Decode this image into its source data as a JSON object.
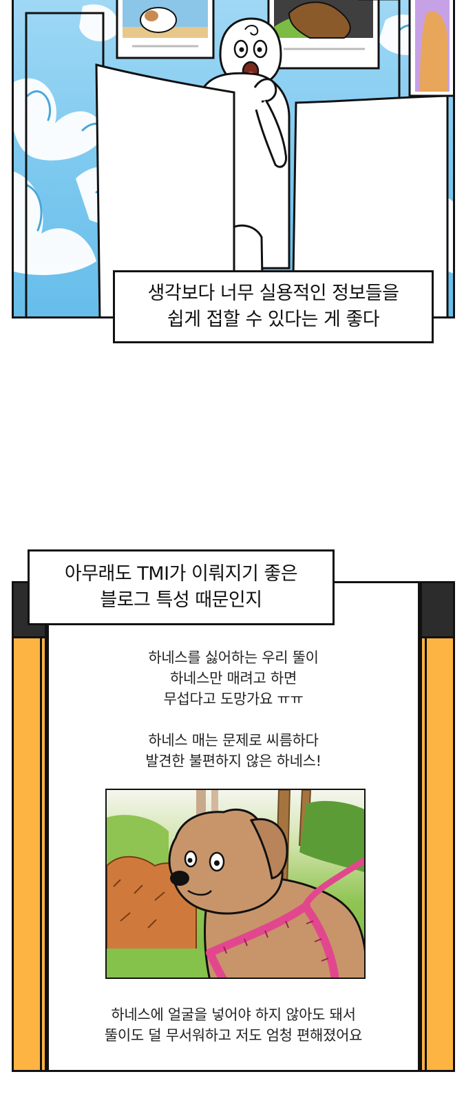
{
  "panel1": {
    "caption_lines": [
      "생각보다 너무 실용적인 정보들을",
      "쉽게 접할 수 있다는 게 좋다"
    ]
  },
  "panel2": {
    "caption_lines": [
      "아무래도 TMI가 이뤄지기 좋은",
      "블로그 특성 때문인지"
    ],
    "post": {
      "intro_lines": [
        "하네스를 싫어하는 우리 뚤이",
        "하네스만 매려고 하면",
        "무섭다고 도망가요 ㅠㅠ",
        "",
        "하네스 매는 문제로 씨름하다",
        "발견한 불편하지 않은 하네스!"
      ],
      "footer_lines": [
        "하네스에 얼굴을 넣어야 하지 않아도 돼서",
        "뚤이도 덜 무서워하고 저도 엄청 편해졌어요"
      ]
    }
  },
  "colors": {
    "water": "#7cc8ef",
    "edge_orange": "#fdb443",
    "edge_dark": "#2c2c2c",
    "harness_pink": "#e2478e",
    "dog_fur": "#c8956a",
    "grass": "#7cbc45"
  }
}
